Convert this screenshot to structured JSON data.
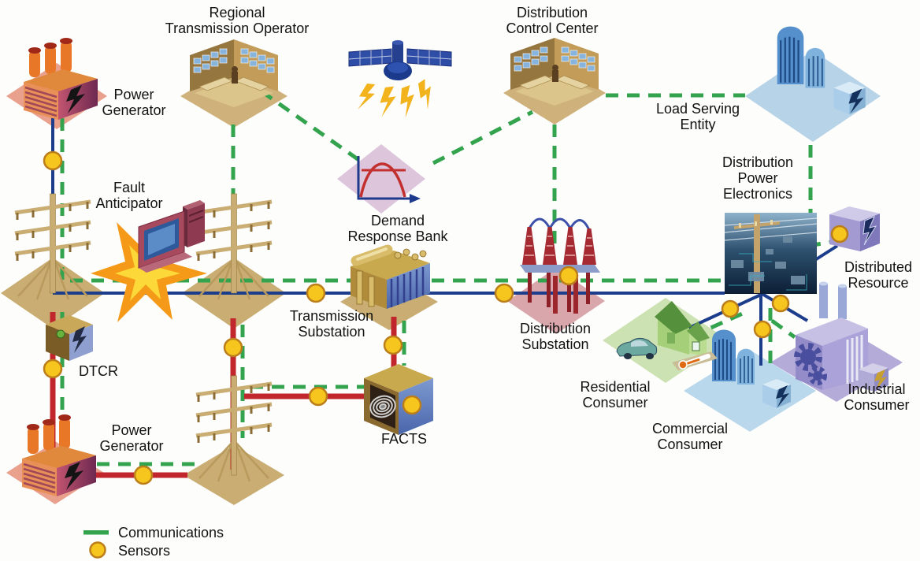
{
  "legend": {
    "communications": "Communications",
    "sensors": "Sensors"
  },
  "labels": {
    "power_generator_top": {
      "line1": "Power",
      "line2": "Generator"
    },
    "regional_transmission_operator": {
      "line1": "Regional",
      "line2": "Transmission Operator"
    },
    "distribution_control_center": {
      "line1": "Distribution",
      "line2": "Control Center"
    },
    "load_serving_entity": {
      "line1": "Load Serving",
      "line2": "Entity"
    },
    "distribution_power_electronics": {
      "line1": "Distribution",
      "line2": "Power",
      "line3": "Electronics"
    },
    "fault_anticipator": {
      "line1": "Fault",
      "line2": "Anticipator"
    },
    "demand_response_bank": {
      "line1": "Demand",
      "line2": "Response Bank"
    },
    "transmission_substation": {
      "line1": "Transmission",
      "line2": "Substation"
    },
    "distribution_substation": {
      "line1": "Distribution",
      "line2": "Substation"
    },
    "distributed_resource": {
      "line1": "Distributed",
      "line2": "Resource"
    },
    "dtcr": {
      "line1": "DTCR"
    },
    "facts": {
      "line1": "FACTS"
    },
    "power_generator_bottom": {
      "line1": "Power",
      "line2": "Generator"
    },
    "residential_consumer": {
      "line1": "Residential",
      "line2": "Consumer"
    },
    "commercial_consumer": {
      "line1": "Commercial",
      "line2": "Consumer"
    },
    "industrial_consumer": {
      "line1": "Industrial",
      "line2": "Consumer"
    }
  },
  "colors": {
    "communications_line": "#33a34e",
    "transmission_power_line": "#c0262c",
    "distribution_power_line": "#1c3d8c",
    "sensor_fill": "#f6c51e",
    "sensor_ring": "#bc7e1a"
  },
  "icons": {
    "power_generator": "factory-smokestacks-icon",
    "regional_transmission_operator": "control-room-icon",
    "distribution_control_center": "control-room-icon",
    "satellite": "satellite-icon",
    "demand_response_bank": "load-curve-chart-icon",
    "fault_anticipator": "computer-monitor-icon",
    "fault": "explosion-icon",
    "transmission_tower": "transmission-tower-icon",
    "transmission_substation": "generator-bank-icon",
    "distribution_substation": "insulator-bank-icon",
    "distribution_power_electronics": "circuit-board-icon",
    "distributed_resource": "lightning-box-icon",
    "dtcr": "lightning-box-icon",
    "facts": "coil-cube-icon",
    "load_serving_entity": "office-buildings-icon",
    "residential_consumer": "house-icon",
    "commercial_consumer": "office-buildings-icon",
    "industrial_consumer": "factory-gears-icon",
    "sensor": "sensor-dot-icon",
    "communications": "dashed-line-icon"
  }
}
